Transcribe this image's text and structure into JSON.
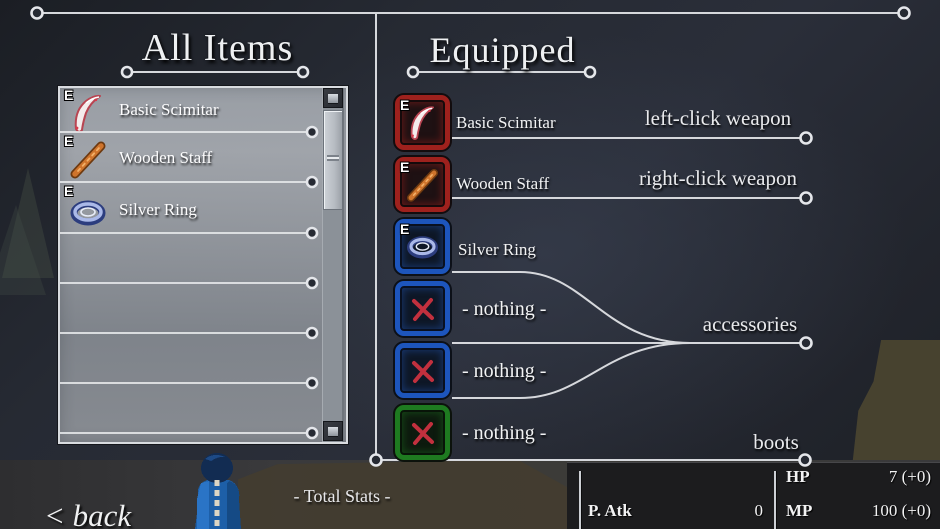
{
  "header": {
    "left_title": "All Items",
    "right_title": "Equipped"
  },
  "inventory": {
    "items": [
      {
        "badge": "E",
        "name": "Basic Scimitar",
        "icon": "scimitar-icon"
      },
      {
        "badge": "E",
        "name": "Wooden Staff",
        "icon": "staff-icon"
      },
      {
        "badge": "E",
        "name": "Silver Ring",
        "icon": "ring-icon"
      }
    ]
  },
  "equipment": {
    "slots": [
      {
        "badge": "E",
        "name": "Basic Scimitar",
        "icon": "scimitar-icon",
        "slot_color": "#9e211d"
      },
      {
        "badge": "E",
        "name": "Wooden Staff",
        "icon": "staff-icon",
        "slot_color": "#9e211d"
      },
      {
        "badge": "E",
        "name": "Silver Ring",
        "icon": "ring-icon",
        "slot_color": "#1d55bc"
      },
      {
        "name": "- nothing -",
        "icon": "x-icon",
        "slot_color": "#1d55bc"
      },
      {
        "name": "- nothing -",
        "icon": "x-icon",
        "slot_color": "#1d55bc"
      },
      {
        "name": "- nothing -",
        "icon": "x-icon",
        "slot_color": "#1e7a20"
      }
    ],
    "connector_labels": {
      "left_click": "left-click weapon",
      "right_click": "right-click weapon",
      "accessories": "accessories",
      "boots": "boots"
    }
  },
  "footer": {
    "back_label": "< back",
    "total_stats_label": "- Total Stats -",
    "stats": {
      "p_atk": {
        "label": "P. Atk",
        "value": "0"
      },
      "hp": {
        "label": "HP",
        "value": "7 (+0)"
      },
      "mp": {
        "label": "MP",
        "value": "100 (+0)"
      }
    }
  },
  "colors": {
    "background": "#262a33",
    "line": "#d6d8dc",
    "weapon_slot": "#9e211d",
    "accessory_slot": "#1d55bc",
    "boots_slot": "#1e7a20",
    "x_mark": "#c2303e",
    "list_fill": "#9aa0a7"
  }
}
